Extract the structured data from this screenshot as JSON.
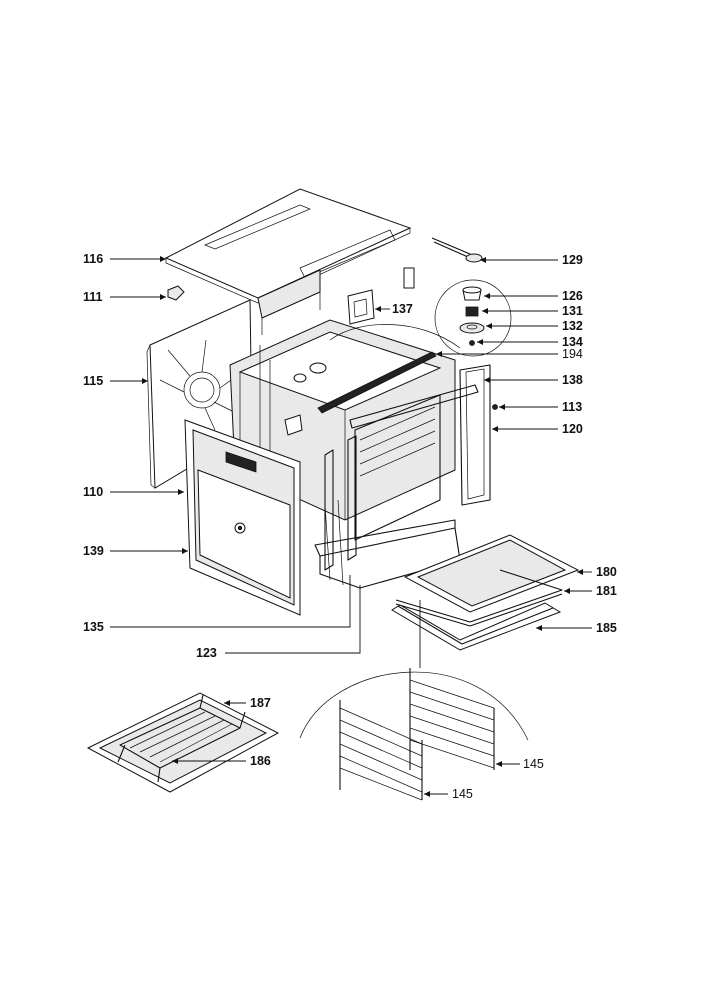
{
  "labels": {
    "p116": "116",
    "p111": "111",
    "p115": "115",
    "p110": "110",
    "p139": "139",
    "p135": "135",
    "p123": "123",
    "p129": "129",
    "p137": "137",
    "p126": "126",
    "p131": "131",
    "p132": "132",
    "p134": "134",
    "p194": "194",
    "p138": "138",
    "p113": "113",
    "p120": "120",
    "p180": "180",
    "p181": "181",
    "p185": "185",
    "p187": "187",
    "p186": "186",
    "p145a": "145",
    "p145b": "145"
  }
}
